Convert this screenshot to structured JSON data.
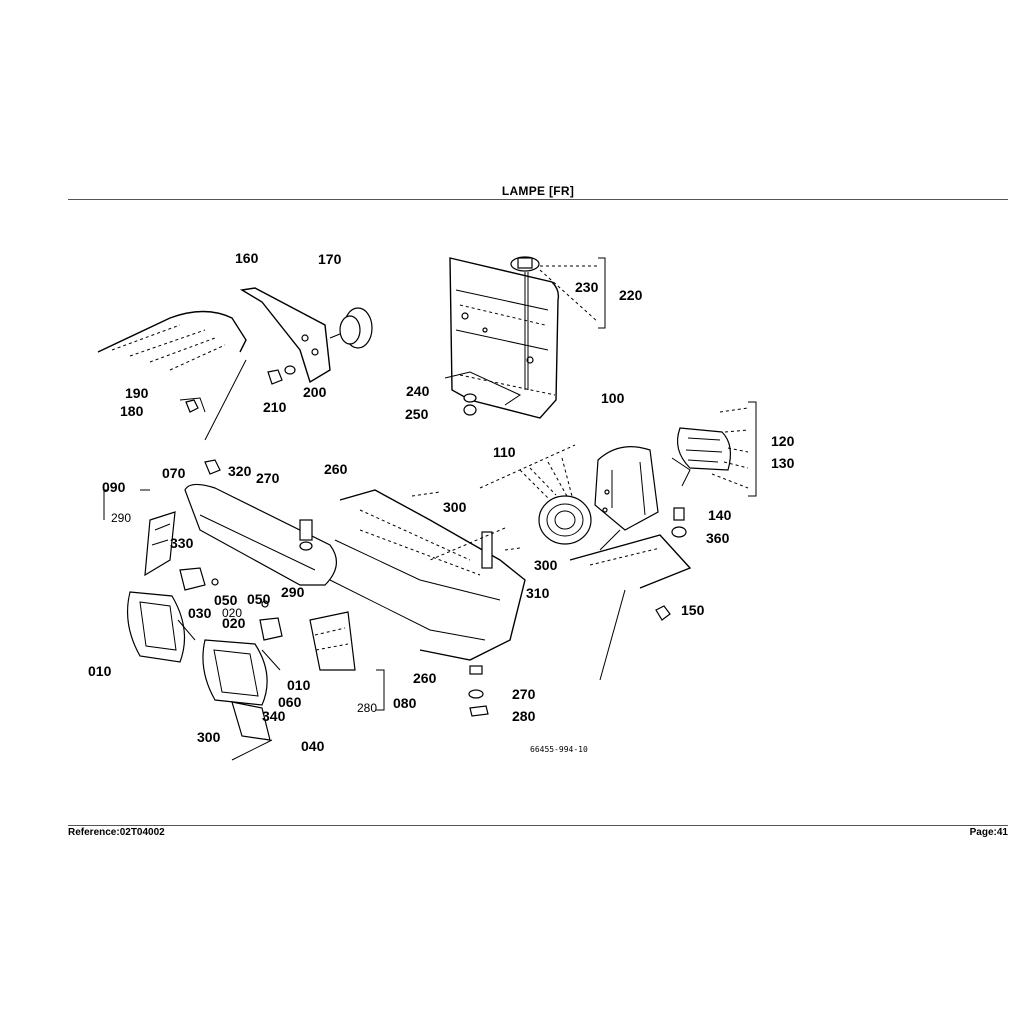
{
  "header": {
    "title": "LAMPE   [FR]"
  },
  "footer": {
    "reference": "Reference:02T04002",
    "page": "Page:41"
  },
  "drawing_code": "66455-994-10",
  "part_labels": {
    "p160": "160",
    "p170": "170",
    "p190": "190",
    "p180": "180",
    "p210": "210",
    "p200": "200",
    "p230": "230",
    "p220": "220",
    "p240": "240",
    "p250": "250",
    "p100": "100",
    "p120": "120",
    "p130": "130",
    "p110": "110",
    "p070": "070",
    "p320": "320",
    "p270a": "270",
    "p260a": "260",
    "p090": "090",
    "p290a": "290",
    "p300a": "300",
    "p330": "330",
    "p290b": "290",
    "p300b": "300",
    "p310": "310",
    "p140": "140",
    "p360": "360",
    "p150": "150",
    "p050a": "050",
    "p050b": "050",
    "p030": "030",
    "p020a": "020",
    "p020b": "020",
    "p010a": "010",
    "p010b": "010",
    "p080": "080",
    "p280a": "280",
    "p260b": "260",
    "p270b": "270",
    "p280b": "280",
    "p060": "060",
    "p340": "340",
    "p300c": "300",
    "p040": "040"
  }
}
